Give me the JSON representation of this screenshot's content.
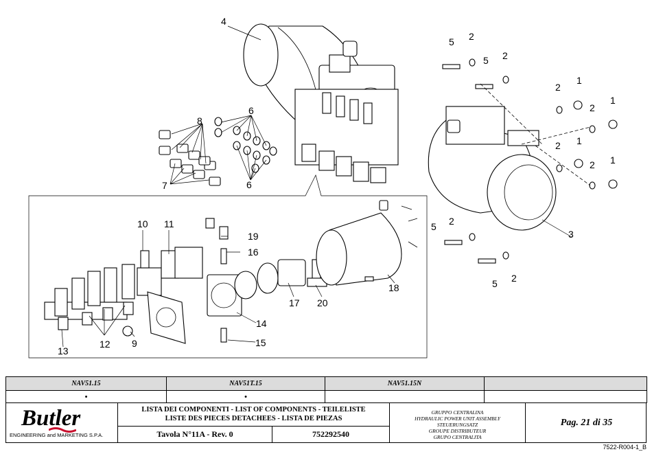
{
  "callouts": {
    "c1a": "1",
    "c1b": "1",
    "c1c": "1",
    "c1d": "1",
    "c2a": "2",
    "c2b": "2",
    "c2c": "2",
    "c2d": "2",
    "c2e": "2",
    "c2f": "2",
    "c2g": "2",
    "c2h": "2",
    "c3": "3",
    "c4": "4",
    "c5a": "5",
    "c5b": "5",
    "c5c": "5",
    "c5d": "5",
    "c6a": "6",
    "c6b": "6",
    "c7": "7",
    "c8": "8",
    "c9": "9",
    "c10": "10",
    "c11": "11",
    "c12": "12",
    "c13": "13",
    "c14": "14",
    "c15": "15",
    "c16": "16",
    "c17": "17",
    "c18": "18",
    "c19": "19",
    "c20": "20"
  },
  "title_block": {
    "models": [
      "NAV51.15",
      "NAV51T.15",
      "NAV51.15N",
      ""
    ],
    "applicability": [
      "•",
      "•",
      "",
      ""
    ],
    "logo_text": "Butler",
    "logo_subtitle": "ENGINEERING and MARKETING S.P.A.",
    "list_title_line1": "LISTA DEI COMPONENTI - LIST OF COMPONENTS - TEILELISTE",
    "list_title_line2": "LISTE DES PIECES DETACHEES - LISTA DE PIEZAS",
    "tavola": "Tavola N°11A - Rev. 0",
    "code": "752292540",
    "group_lines": [
      "GRUPPO CENTRALINA",
      "HYDRAULIC POWER UNIT ASSEMBLY",
      "STEUERUNGSATZ",
      "GROUPE DISTRIBUTEUR",
      "GRUPO CENTRALITA"
    ],
    "page": "Pag. 21 di 35"
  },
  "drawing_code": "7522-R004-1_B"
}
